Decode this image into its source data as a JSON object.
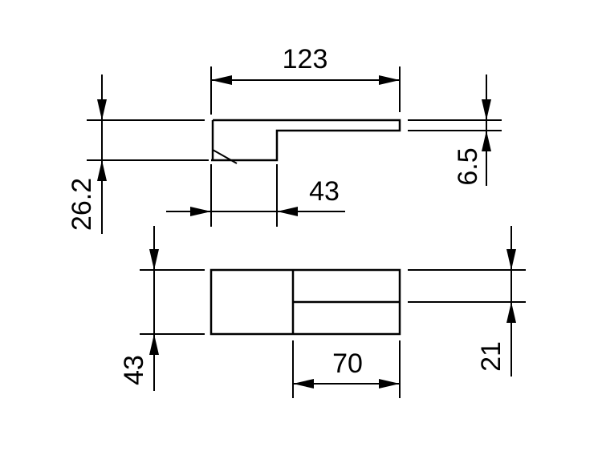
{
  "drawing": {
    "dimensions": {
      "total_length": "123",
      "overhang_length": "43",
      "lever_height": "26.2",
      "lever_thickness": "6.5",
      "rose_width": "43",
      "base_length": "70",
      "base_height": "21"
    },
    "colors": {
      "line": "#000000",
      "background": "#ffffff"
    }
  }
}
